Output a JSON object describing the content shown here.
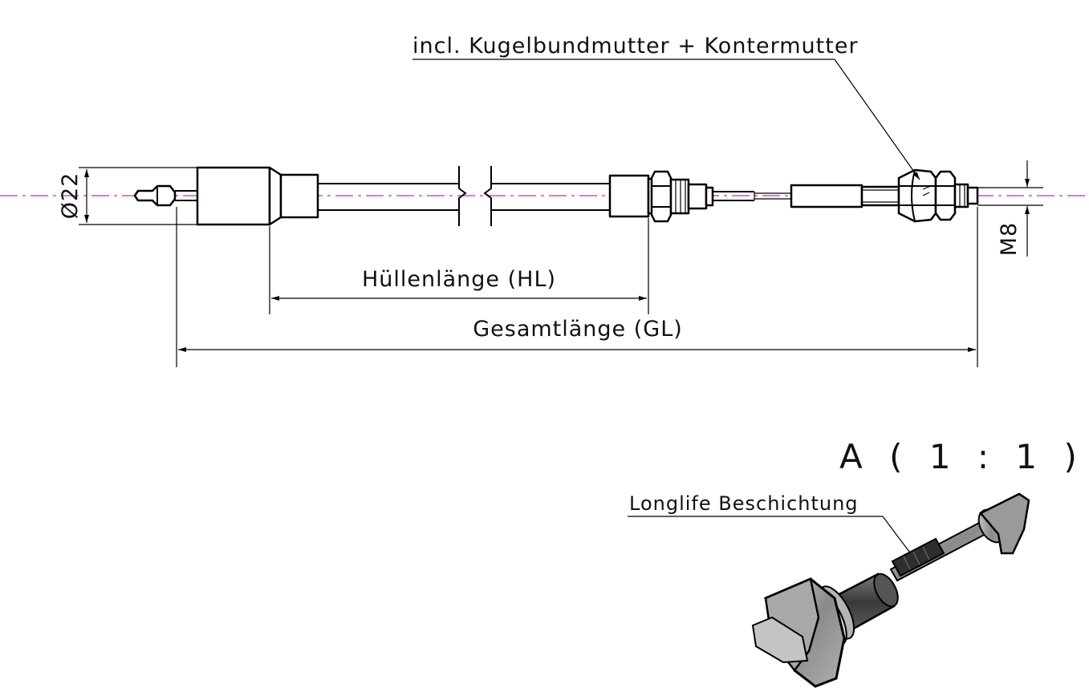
{
  "labels": {
    "top_note": "incl. Kugelbundmutter + Kontermutter",
    "diameter": "Ø22",
    "thread": "M8",
    "sheath_length": "Hüllenlänge (HL)",
    "total_length": "Gesamtlänge (GL)",
    "detail_title": "A ( 1 : 1 )",
    "coating_note": "Longlife Beschichtung"
  },
  "colors": {
    "centerline": "#e040e0",
    "line": "#000000",
    "metal_dark": "#4a4a4a",
    "metal_mid": "#8a8a8a",
    "metal_light": "#c8c8c8"
  }
}
